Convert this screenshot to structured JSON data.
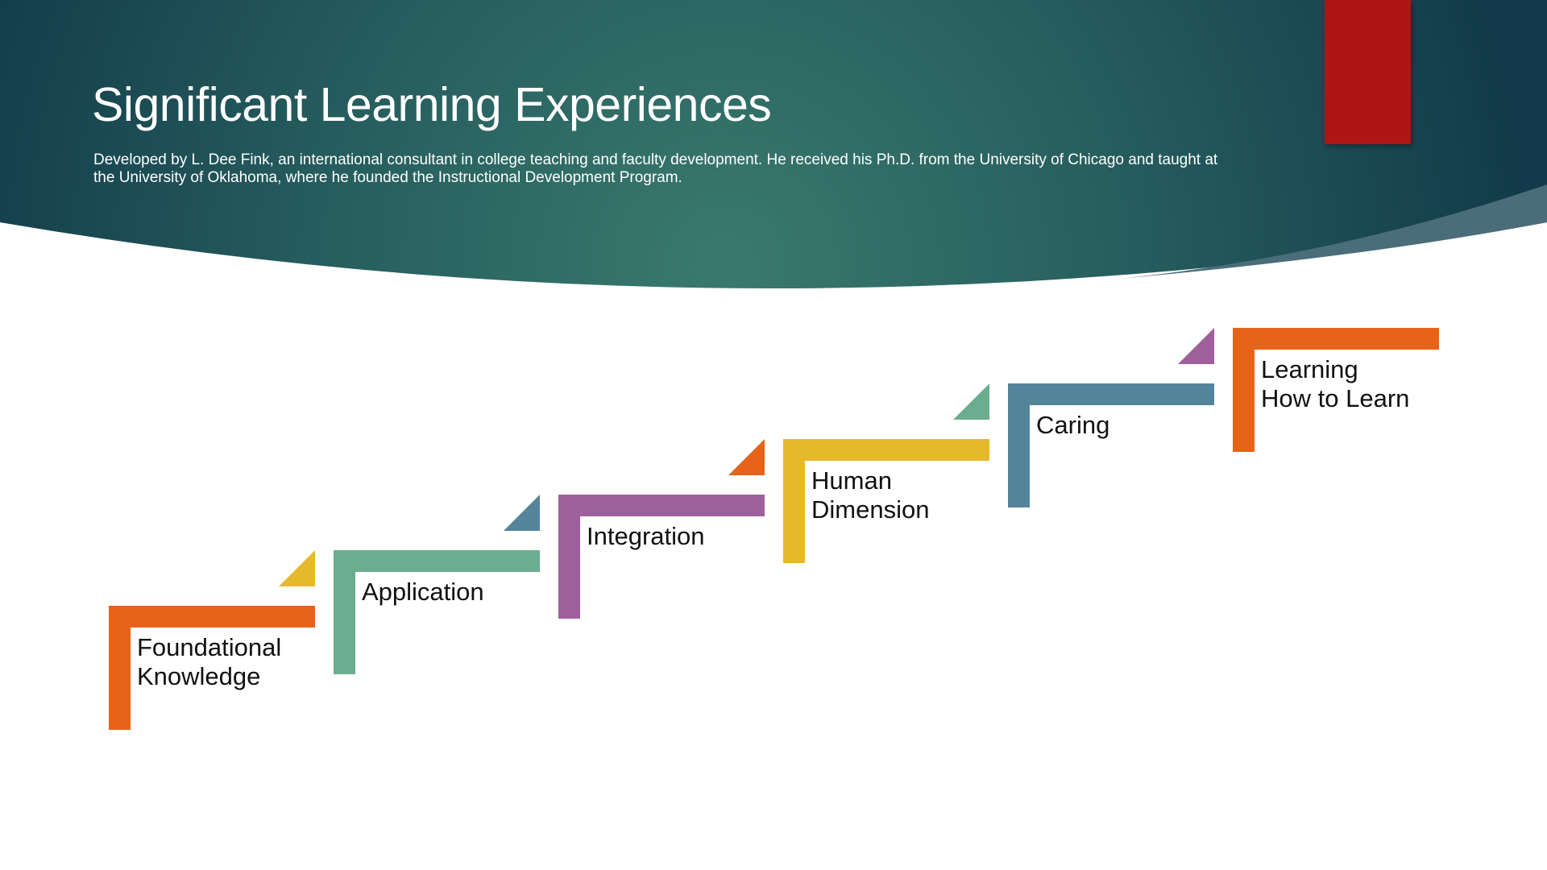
{
  "slide": {
    "title": "Significant Learning Experiences",
    "subtitle": "Developed by L. Dee Fink, an international consultant in college teaching and faculty development. He received his Ph.D. from the University of Chicago and taught at the University of Oklahoma, where he founded the Instructional Development Program."
  },
  "colors": {
    "header_dark": "#143C4C",
    "header_light": "#3A7A6E",
    "accent_red": "#B01515"
  },
  "steps": [
    {
      "label": "Foundational\nKnowledge",
      "color": "#E8631A",
      "triangle_color": "#E6B82B"
    },
    {
      "label": "Application",
      "color": "#6AAD8F",
      "triangle_color": "#54849B"
    },
    {
      "label": "Integration",
      "color": "#9E5F9B",
      "triangle_color": "#E8631A"
    },
    {
      "label": "Human\nDimension",
      "color": "#E6B82B",
      "triangle_color": "#6AAD8F"
    },
    {
      "label": "Caring",
      "color": "#54849B",
      "triangle_color": "#9E5F9B"
    },
    {
      "label": "Learning\nHow to Learn",
      "color": "#E8631A",
      "triangle_color": null
    }
  ]
}
